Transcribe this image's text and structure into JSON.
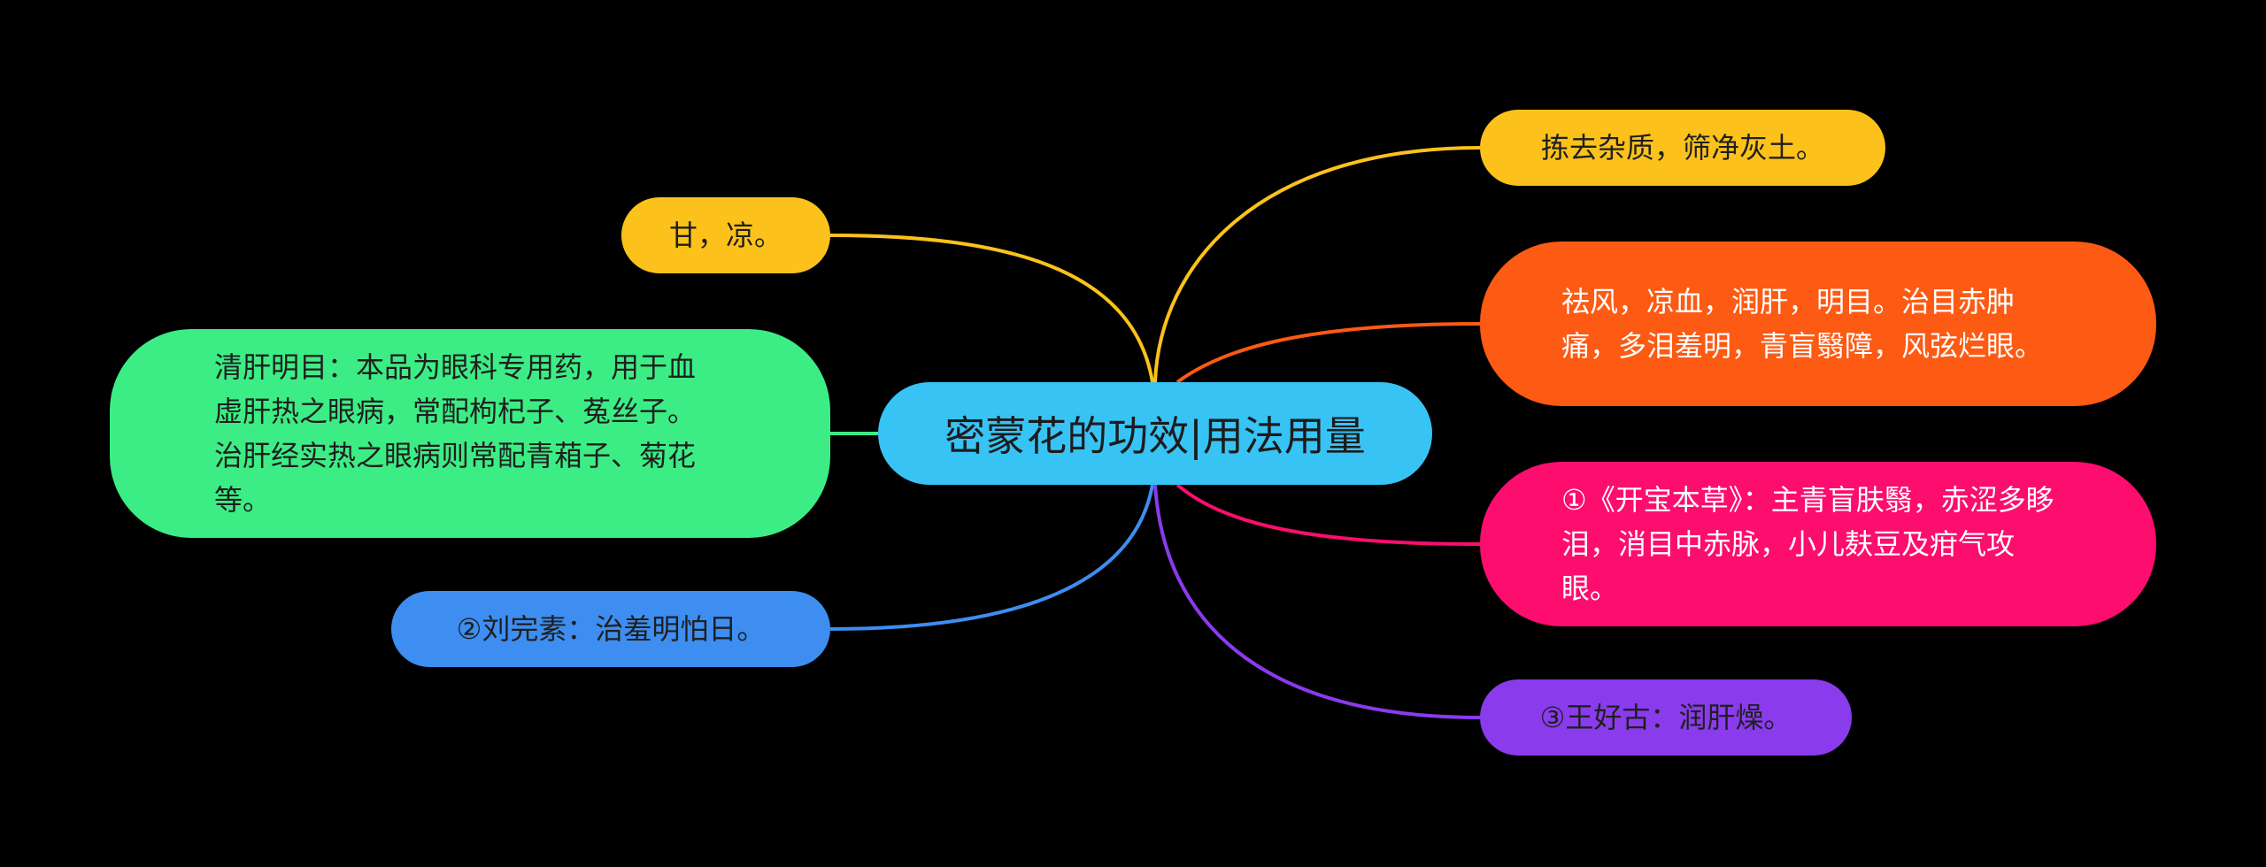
{
  "title": "密蒙花的功效|用法用量",
  "colors": {
    "background": "#000000",
    "root": "#38c3f5",
    "taste": "#fcc21b",
    "clear_liver": "#3ced85",
    "liu_wansu": "#3d8ef0",
    "processing": "#fcc21b",
    "effects": "#fd5a13",
    "kaibao": "#fc0d6e",
    "wang_haogu": "#8a3bec"
  },
  "nodes": {
    "root": {
      "text": "密蒙花的功效|用法用量"
    },
    "left": [
      {
        "id": "sweet-cool",
        "text": "甘，凉。",
        "color": "#fcc21b",
        "line": "#fcc21b"
      },
      {
        "id": "clear-liver",
        "text": "清肝明目：本品为眼科专用药，用于血虚肝热之眼病，常配枸杞子、菟丝子。治肝经实热之眼病则常配青葙子、菊花等。",
        "color": "#3ced85",
        "line": "#3ced85"
      },
      {
        "id": "liu-wansu",
        "text": "②刘完素：治羞明怕日。",
        "color": "#3d8ef0",
        "line": "#3d8ef0"
      }
    ],
    "right": [
      {
        "id": "processing",
        "text": "拣去杂质，筛净灰土。",
        "color": "#fcc21b",
        "line": "#fcc21b"
      },
      {
        "id": "effects",
        "text": "祛风，凉血，润肝，明目。治目赤肿痛，多泪羞明，青盲翳障，风弦烂眼。",
        "color": "#fd5a13",
        "line": "#fd5a13"
      },
      {
        "id": "kaibao",
        "text": "①《开宝本草》：主青盲肤翳，赤涩多眵泪，消目中赤脉，小儿麸豆及疳气攻眼。",
        "color": "#fc0d6e",
        "line": "#fc0d6e"
      },
      {
        "id": "wang-haogu",
        "text": "③王好古：润肝燥。",
        "color": "#8a3bec",
        "line": "#8a3bec"
      }
    ]
  }
}
